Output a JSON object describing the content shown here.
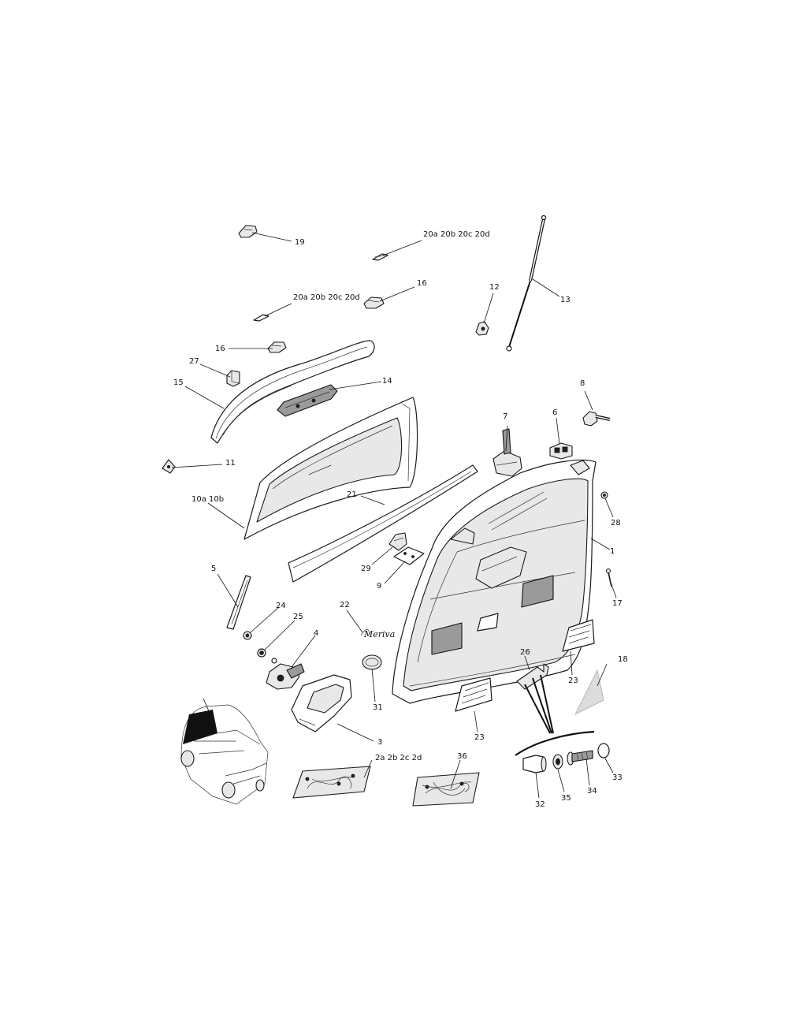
{
  "diagram": {
    "labels": {
      "p1": "1",
      "p2": "2a  2b 2c 2d",
      "p3": "3",
      "p4": "4",
      "p5": "5",
      "p6": "6",
      "p7": "7",
      "p8": "8",
      "p9": "9",
      "p10": "10a  10b",
      "p11": "11",
      "p12": "12",
      "p13": "13",
      "p14": "14",
      "p15": "15",
      "p16a": "16",
      "p16b": "16",
      "p17": "17",
      "p18": "18",
      "p19": "19",
      "p20a": "20a  20b  20c  20d",
      "p20b": "20a  20b  20c  20d",
      "p21": "21",
      "p22": "22",
      "p23a": "23",
      "p23b": "23",
      "p24": "24",
      "p25": "25",
      "p26": "26",
      "p27": "27",
      "p28": "28",
      "p29": "29",
      "p31": "31",
      "p32": "32",
      "p33": "33",
      "p34": "34",
      "p35": "35",
      "p36": "36"
    },
    "badge_text": "Meriva"
  }
}
